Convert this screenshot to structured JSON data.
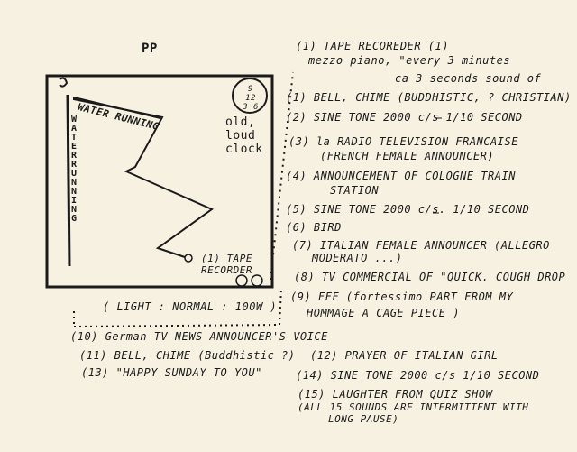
{
  "score": {
    "dynamic": "PP",
    "room_labels": {
      "water_top": "WATER RUNNING",
      "water_side": "WATER RUNNING",
      "clock": "old, loud clock",
      "clock_face": "9 12 3 6",
      "tape_recorder": "(1) TAPE RECORDER",
      "light": "( LIGHT : NORMAL : 100W )"
    },
    "instructions": [
      "(1) TAPE RECOREDER (1)",
      "mezzo piano, \"every 3 minutes",
      "ca 3 seconds sound of",
      "(1) BELL, CHIME (BUDDHISTIC, ? CHRISTIAN)",
      "(2) SINE TONE 2000 c/s 1/10 SECOND",
      "(3) la RADIO TELEVISION FRANCAISE",
      "(FRENCH FEMALE ANNOUNCER)",
      "(4) ANNOUNCEMENT OF COLOGNE TRAIN",
      "STATION",
      "(5) SINE TONE 2000 c/s. 1/10 SECOND",
      "(6) BIRD",
      "(7) ITALIAN FEMALE ANNOUNCER (ALLEGRO",
      "MODERATO ...)",
      "(8) TV COMMERCIAL OF \"QUICK. COUGH DROP",
      "(9) FFF (fortessimo PART FROM MY",
      "HOMMAGE A CAGE PIECE )"
    ],
    "bottom": [
      "(10) German TV NEWS ANNOUNCER'S VOICE",
      "(11) BELL, CHIME (Buddhistic ?)",
      "(12) PRAYER OF ITALIAN GIRL",
      "(13) \"HAPPY SUNDAY TO YOU\"",
      "(14) SINE TONE 2000 c/s 1/10 SECOND",
      "(15) LAUGHTER FROM QUIZ SHOW",
      "(ALL 15 SOUNDS ARE INTERMITTENT WITH",
      "LONG PAUSE)"
    ]
  }
}
